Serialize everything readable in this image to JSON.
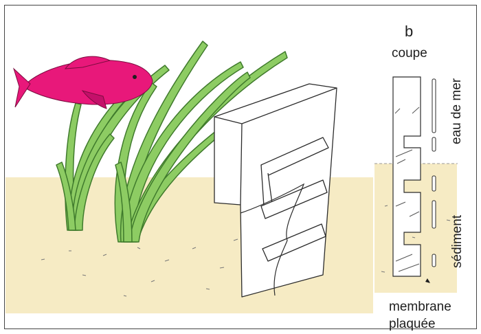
{
  "labels": {
    "panel_letter": "b",
    "coupe": "coupe",
    "eau_de_mer": "eau de mer",
    "sediment": "sédiment",
    "membrane": "membrane",
    "plaquee": "plaquée"
  },
  "colors": {
    "sediment_fill": "#f6ebc4",
    "seagrass_fill": "#8dcc63",
    "seagrass_stroke": "#3f7a2c",
    "fish_fill": "#e8187a",
    "line": "#2b2b2b"
  }
}
